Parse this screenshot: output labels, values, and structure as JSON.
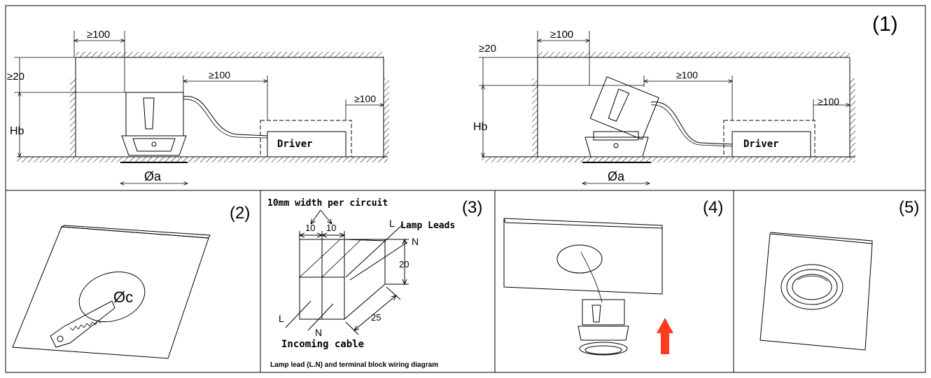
{
  "panels": {
    "p1": {
      "num": "(1)",
      "left": {
        "gap_top": "≥100",
        "gap_top_h": "≥20",
        "gap_mid": "≥100",
        "gap_right": "≥100",
        "height": "Hb",
        "driver": "Driver",
        "diameter": "Øa"
      },
      "right": {
        "gap_top": "≥100",
        "gap_top_h": "≥20",
        "gap_mid": "≥100",
        "gap_right": "≥100",
        "height": "Hb",
        "driver": "Driver",
        "diameter": "Øa"
      }
    },
    "p2": {
      "num": "(2)",
      "cutout": "Øc"
    },
    "p3": {
      "num": "(3)",
      "width_note": "10mm width per circuit",
      "w1": "10",
      "w2": "10",
      "lamp_leads": "Lamp Leads",
      "lead_L": "L",
      "lead_N": "N",
      "dim_h": "20",
      "dim_d": "25",
      "in_L": "L",
      "in_N": "N",
      "incoming": "Incoming cable",
      "caption": "Lamp lead (L.N) and terminal block wiring diagram"
    },
    "p4": {
      "num": "(4)"
    },
    "p5": {
      "num": "(5)"
    }
  },
  "colors": {
    "line": "#000000",
    "arrow": "#ff3b1f"
  }
}
